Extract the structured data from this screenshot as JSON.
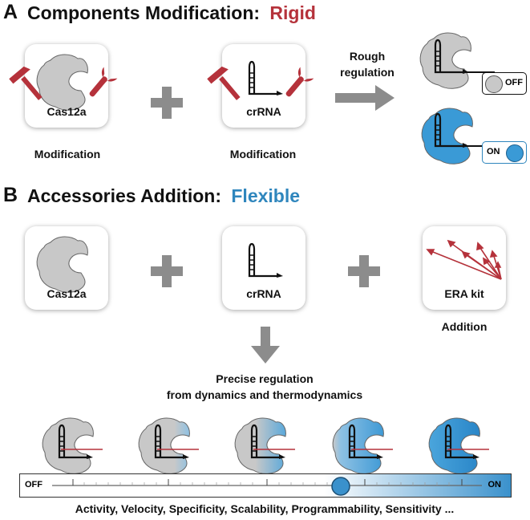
{
  "section_a": {
    "letter": "A",
    "title": "Components Modification:",
    "accent": "Rigid",
    "cas_label": "Cas12a",
    "crrna_label": "crRNA",
    "mod1": "Modification",
    "mod2": "Modification",
    "rough_line1": "Rough",
    "rough_line2": "regulation",
    "off_label": "OFF",
    "on_label": "ON"
  },
  "section_b": {
    "letter": "B",
    "title": "Accessories Addition:",
    "accent": "Flexible",
    "cas_label": "Cas12a",
    "crrna_label": "crRNA",
    "era_label": "ERA kit",
    "addition": "Addition",
    "precise": "Precise regulation",
    "from_dyn": "from dynamics and thermodynamics",
    "slider_off": "OFF",
    "slider_on": "ON",
    "properties": "Activity, Velocity, Specificity, Scalability, Programmability, Sensitivity ..."
  },
  "colors": {
    "red": "#b5323b",
    "blue": "#2f86bd",
    "gray": "#8c8c8c",
    "protein_gray": "#c8c8c8"
  }
}
